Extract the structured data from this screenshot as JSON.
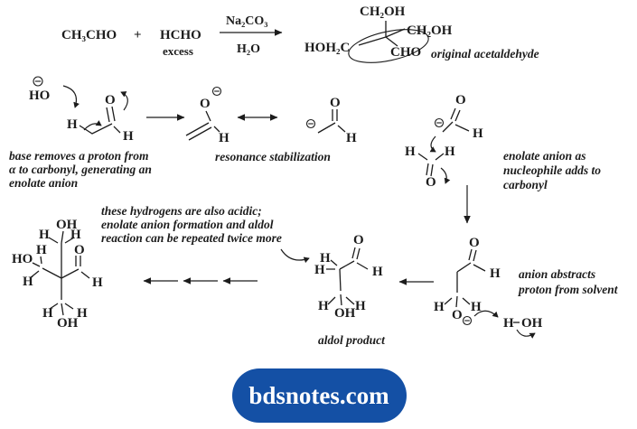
{
  "colors": {
    "ink": "#1c1c1c",
    "brand_blue": "#1450a5",
    "text_on_brand": "#ffffff",
    "background": "#ffffff"
  },
  "equation": {
    "reactant1": "CH₃CHO",
    "plus": "+",
    "reactant2": "HCHO",
    "note": "excess",
    "reagent_top": "Na₂CO₃",
    "reagent_bottom": "H₂O"
  },
  "pentaerythrose": {
    "top": "CH₂OH",
    "upper_right": "CH₂OH",
    "left": "HOH₂C",
    "carbonyl": "CHO",
    "annotation": "original acetaldehyde"
  },
  "atoms": {
    "h": "H",
    "o": "O",
    "oh": "OH",
    "ho": "HO"
  },
  "annotations": {
    "base": [
      "base removes a proton from",
      "α to carbonyl, generating an",
      "enolate anion"
    ],
    "resonance": "resonance stabilization",
    "nucleophile": [
      "enolate anion as",
      "nucleophile adds to",
      "carbonyl"
    ],
    "acidic": [
      "these hydrogens are also acidic;",
      "enolate anion formation and aldol",
      "reaction can be repeated twice more"
    ],
    "abstracts": [
      "anion abstracts",
      "proton from solvent"
    ],
    "aldol_product": "aldol product"
  },
  "watermark": "bdsnotes.com"
}
